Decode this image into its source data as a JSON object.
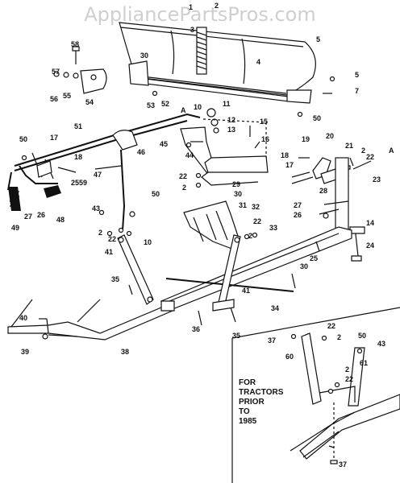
{
  "watermark": "AppliancePartsPros.com",
  "note": [
    "FOR",
    "TRACTORS",
    "PRIOR",
    "TO",
    "1985"
  ],
  "letter_a": "A",
  "part_numbers": [
    "1",
    "2",
    "3",
    "4",
    "5",
    "5",
    "7",
    "58",
    "57",
    "56",
    "55",
    "54",
    "30",
    "53",
    "52",
    "10",
    "11",
    "12",
    "13",
    "15",
    "16",
    "44",
    "45",
    "50",
    "50",
    "51",
    "17",
    "18",
    "59",
    "46",
    "47",
    "25",
    "26",
    "27",
    "48",
    "49",
    "22",
    "2",
    "29",
    "18",
    "19",
    "20",
    "17",
    "21",
    "2",
    "22",
    "23",
    "28",
    "27",
    "26",
    "14",
    "24",
    "43",
    "50",
    "30",
    "31",
    "32",
    "22",
    "2",
    "2",
    "22",
    "10",
    "41",
    "33",
    "25",
    "30",
    "35",
    "41",
    "34",
    "36",
    "35",
    "40",
    "39",
    "38",
    "37",
    "22",
    "2",
    "60",
    "50",
    "43",
    "61",
    "2",
    "22",
    "37"
  ]
}
